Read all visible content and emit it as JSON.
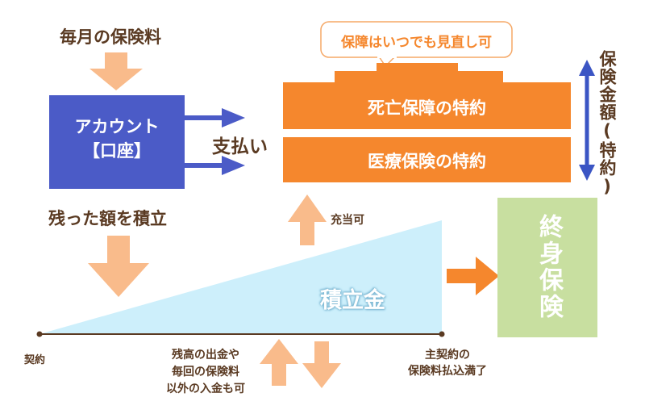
{
  "labels": {
    "monthly_premium": "毎月の保険料",
    "payment": "支払い",
    "accumulate_remaining": "残った額を積立",
    "allocatable": "充当可",
    "contract": "契約",
    "withdrawal_note_1": "残高の出金や",
    "withdrawal_note_2": "毎回の保険料",
    "withdrawal_note_3": "以外の入金も可",
    "main_contract_1": "主契約の",
    "main_contract_2": "保険料払込満了",
    "insurance_amount_vertical": "保険金額(特約)"
  },
  "account_box": {
    "line1": "アカウント",
    "line2": "【口座】"
  },
  "callout": {
    "text": "保障はいつでも見直し可"
  },
  "riders": {
    "death": "死亡保障の特約",
    "medical": "医療保険の特約"
  },
  "reserve": {
    "label": "積立金"
  },
  "lifetime_box": {
    "text": "終身保険"
  },
  "colors": {
    "account_blue": "#4b5bc7",
    "rider_orange": "#f5872d",
    "arrow_peach": "#f9bb8b",
    "reserve_blue": "#cdeffb",
    "lifetime_green": "#c8dfa0",
    "text_brown": "#5a3a22",
    "vertical_blue": "#3b55c4"
  }
}
